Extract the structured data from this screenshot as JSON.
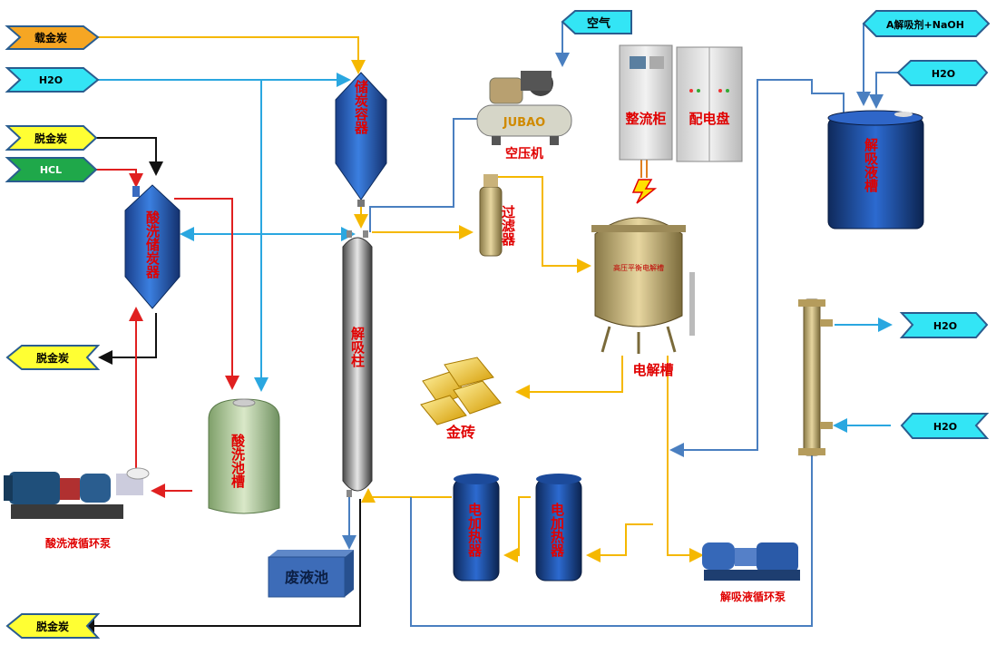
{
  "colors": {
    "water": "#2aa7e0",
    "gold": "#f5b800",
    "acid": "#e02020",
    "carbon": "#111111",
    "steam": "#4a7fc0",
    "tag_yellow": "#ffff33",
    "tag_orange": "#f6a623",
    "tag_cyan": "#33e5f5",
    "tag_green": "#1fa84a"
  },
  "tags": {
    "loaded_carbon": "载金炭",
    "h2o_in_top": "H2O",
    "deloaded_carbon_in": "脱金炭",
    "hcl": "HCL",
    "deloaded_carbon_out_mid": "脱金炭",
    "deloaded_carbon_out_bottom": "脱金炭",
    "air": "空气",
    "desorbent_naoh": "A解吸剂+NaOH",
    "h2o_tank": "H2O",
    "h2o_out": "H2O",
    "h2o_in": "H2O"
  },
  "equipment": {
    "feed_vessel": "储炭容器",
    "acid_wash_vessel": "酸洗储炭器",
    "acid_tank": "酸洗池槽",
    "acid_pump": "酸洗液循环泵",
    "desorption_column": "解吸柱",
    "waste_pool": "废液池",
    "heater_1": "电加热器",
    "heater_2": "电加热器",
    "compressor": "空压机",
    "compressor_brand": "JUBAO",
    "filter": "过滤器",
    "rectifier": "整流柜",
    "distribution": "配电盘",
    "electrolytic_cell": "电解槽",
    "cell_plate": "高压平衡电解槽",
    "gold_bricks": "金砖",
    "desorbent_tank": "解吸液槽",
    "desorb_pump": "解吸液循环泵"
  }
}
